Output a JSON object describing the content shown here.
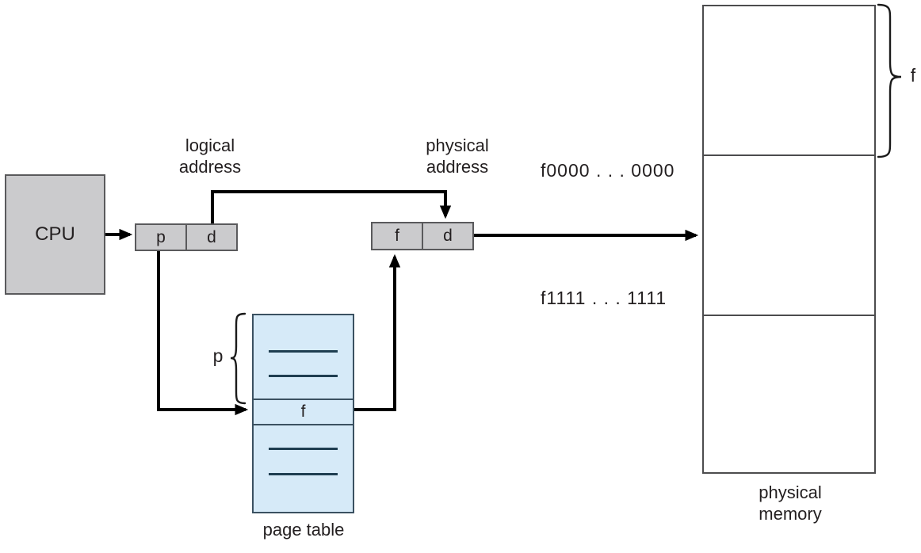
{
  "cpu": {
    "label": "CPU"
  },
  "logical_address": {
    "caption_line1": "logical",
    "caption_line2": "address",
    "page_number": "p",
    "offset": "d"
  },
  "physical_address": {
    "caption_line1": "physical",
    "caption_line2": "address",
    "frame_number": "f",
    "offset": "d"
  },
  "page_table": {
    "caption": "page table",
    "entry_value": "f",
    "index_brace_label": "p"
  },
  "physical_memory": {
    "caption_line1": "physical",
    "caption_line2": "memory",
    "frame_start_address": "f0000 . . . 0000",
    "frame_end_address": "f1111 . . . 1111",
    "frame_brace_label": "f"
  },
  "colors": {
    "background": "#ffffff",
    "box_fill": "#cbcbcd",
    "box_border": "#5a5a5c",
    "page_table_fill": "#d6eaf8",
    "page_table_border": "#3b5161",
    "page_table_line": "#1f3e51",
    "memory_border": "#4c4c4e",
    "connector": "#000000",
    "text": "#231f20"
  }
}
